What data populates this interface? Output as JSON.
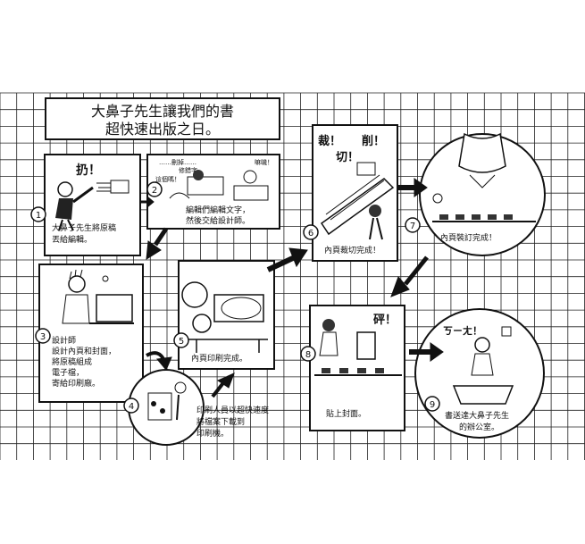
{
  "title": {
    "line1": "大鼻子先生讓我們的書",
    "line2": "超快速出版之日。"
  },
  "steps": [
    {
      "num": "1",
      "sfx": "扔！",
      "caption": [
        "大鼻子先生將原稿",
        "丟給編輯。"
      ]
    },
    {
      "num": "2",
      "bubbles": [
        "……刪掉……",
        "修錯字、",
        "這個嗎！",
        "嘛嘰！"
      ],
      "caption": [
        "編輯們編輯文字，",
        "然後交給設計師。"
      ]
    },
    {
      "num": "3",
      "caption": [
        "設計師",
        "設計內頁和封面，",
        "將原稿組成",
        "電子檔，",
        "寄給印刷廠。"
      ]
    },
    {
      "num": "4",
      "caption": [
        "印刷人員以超快速度",
        "將檔案下載到",
        "印刷機。"
      ]
    },
    {
      "num": "5",
      "caption": [
        "內頁印刷完成。"
      ]
    },
    {
      "num": "6",
      "sfx": [
        "裁！",
        "削！",
        "切！"
      ],
      "caption": [
        "內頁裁切完成！"
      ]
    },
    {
      "num": "7",
      "caption": [
        "內頁裝訂完成！"
      ]
    },
    {
      "num": "8",
      "sfx": "砰！",
      "caption": [
        "貼上封面。"
      ]
    },
    {
      "num": "9",
      "sfx": "ㄎㄧㄤ！",
      "caption": [
        "書送達大鼻子先生",
        "的辦公室。"
      ]
    }
  ],
  "colors": {
    "ink": "#111111",
    "grid": "#222222",
    "paper": "#ffffff"
  }
}
